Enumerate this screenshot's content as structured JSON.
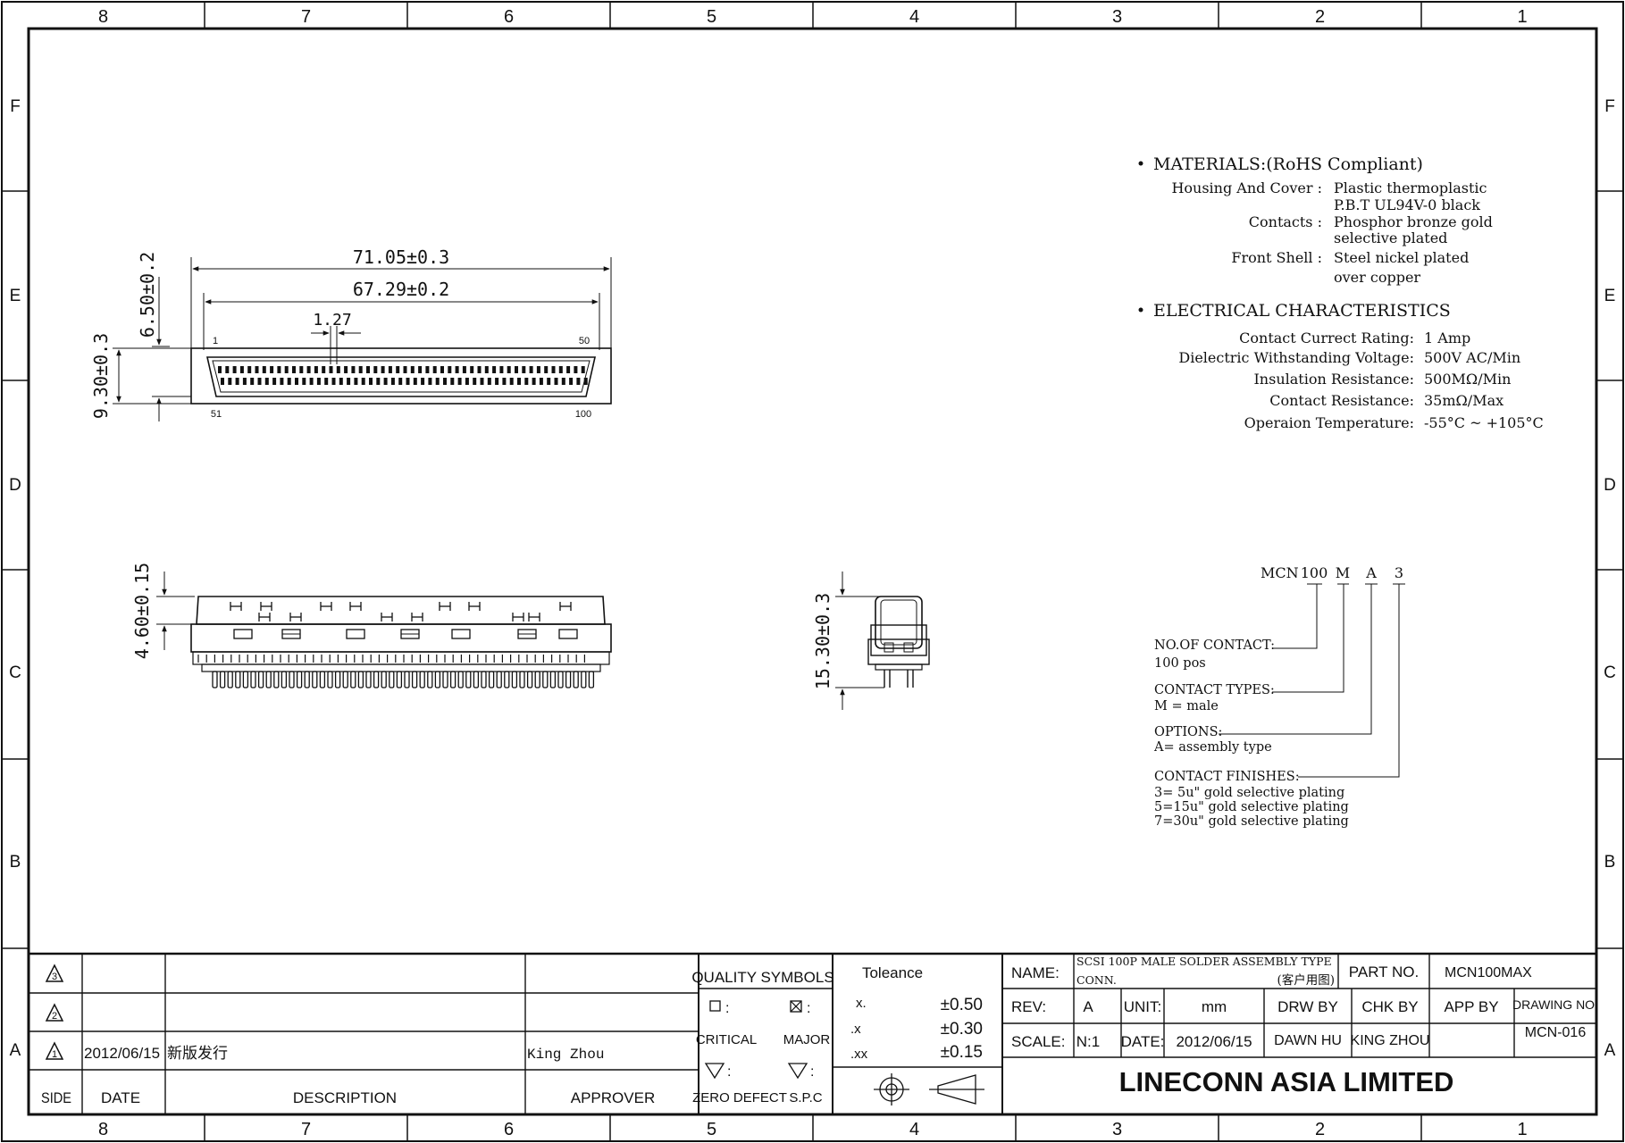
{
  "frame": {
    "columns": [
      "8",
      "7",
      "6",
      "5",
      "4",
      "3",
      "2",
      "1"
    ],
    "rows": [
      "F",
      "E",
      "D",
      "C",
      "B",
      "A"
    ]
  },
  "dimensions": {
    "front_width_outer": "71.05±0.3",
    "front_width_inner": "67.29±0.2",
    "pitch": "1.27",
    "flange_height": "6.50±0.2",
    "body_height": "9.30±0.3",
    "side_height": "4.60±0.15",
    "end_height": "15.30±0.3",
    "pin_first_top": "1",
    "pin_last_top": "50",
    "pin_first_bottom": "51",
    "pin_last_bottom": "100"
  },
  "materials": {
    "heading": "MATERIALS:(RoHS Compliant)",
    "rows": [
      {
        "label": "Housing And Cover :",
        "value": "Plastic thermoplastic",
        "value2": "P.B.T UL94V-0 black"
      },
      {
        "label": "Contacts :",
        "value": "Phosphor bronze gold",
        "value2": "selective plated"
      },
      {
        "label": "Front Shell :",
        "value": "Steel nickel plated",
        "value2": "over copper"
      }
    ]
  },
  "electrical": {
    "heading": "ELECTRICAL CHARACTERISTICS",
    "rows": [
      {
        "label": "Contact Currect Rating:",
        "value": "1 Amp"
      },
      {
        "label": "Dielectric Withstanding Voltage:",
        "value": "500V AC/Min"
      },
      {
        "label": "Insulation Resistance:",
        "value": "500MΩ/Min"
      },
      {
        "label": "Contact Resistance:",
        "value": "35mΩ/Max"
      },
      {
        "label": "Operaion Temperature:",
        "value": "-55°C ~ +105°C"
      }
    ]
  },
  "part_code": {
    "prefix": "MCN",
    "codes": [
      "100",
      "M",
      "A",
      "3"
    ],
    "groups": [
      {
        "title": "NO.OF CONTACT:",
        "lines": [
          "100 pos"
        ]
      },
      {
        "title": "CONTACT TYPES:",
        "lines": [
          "M = male"
        ]
      },
      {
        "title": "OPTIONS:",
        "lines": [
          "A= assembly type"
        ]
      },
      {
        "title": "CONTACT FINISHES:",
        "lines": [
          "3= 5u\" gold selective plating",
          "5=15u\" gold selective plating",
          "7=30u\" gold selective plating"
        ]
      }
    ]
  },
  "revision": {
    "headers": {
      "side": "SIDE",
      "date": "DATE",
      "description": "DESCRIPTION",
      "approver": "APPROVER"
    },
    "entries": [
      {
        "date": "2012/06/15",
        "description": "新版发行",
        "approver": "King Zhou"
      }
    ]
  },
  "quality": {
    "title": "QUALITY SYMBOLS",
    "critical": "CRITICAL",
    "major": "MAJOR",
    "zero_defect": "ZERO DEFECT",
    "spc": "S.P.C",
    "colon": ":"
  },
  "tolerance": {
    "title": "Toleance",
    "rows": [
      {
        "label": "x.",
        "value": "±0.50"
      },
      {
        "label": ".x",
        "value": "±0.30"
      },
      {
        "label": ".xx",
        "value": "±0.15"
      }
    ]
  },
  "title_block": {
    "name_label": "NAME:",
    "name_value_1": "SCSI 100P MALE SOLDER ASSEMBLY TYPE",
    "name_value_2": "CONN.",
    "name_note": "(客户用图)",
    "part_no_label": "PART NO.",
    "part_no_value": "MCN100MAX",
    "rev_label": "REV:",
    "rev_value": "A",
    "unit_label": "UNIT:",
    "unit_value": "mm",
    "drw_label": "DRW BY",
    "chk_label": "CHK BY",
    "app_label": "APP BY",
    "drawing_no_label": "DRAWING NO.",
    "drawing_no_value": "MCN-016",
    "scale_label": "SCALE:",
    "scale_value": "N:1",
    "date_label": "DATE:",
    "date_value": "2012/06/15",
    "drawn_by": "DAWN HU",
    "checked_by": "KING ZHOU",
    "company": "LINECONN ASIA LIMITED"
  }
}
